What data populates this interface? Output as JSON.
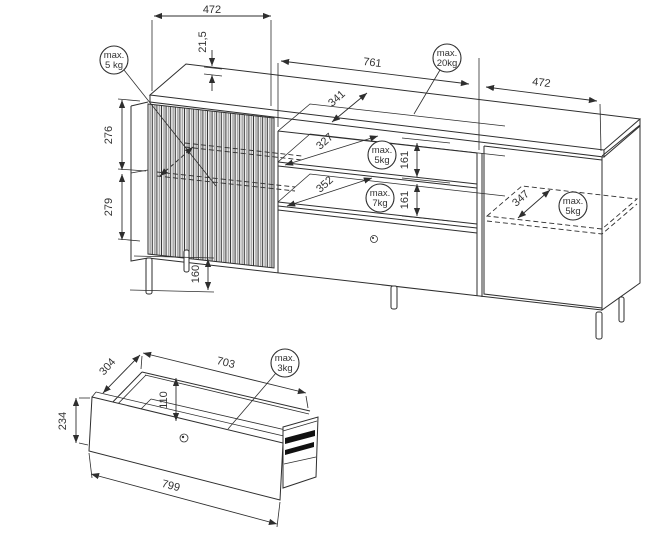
{
  "drawing_title": "furniture dimensional drawing",
  "colors": {
    "line": "#2e2e2e",
    "background": "#ffffff",
    "flute_shade": "#a8a8a8",
    "rail": "#111111"
  },
  "main_view": {
    "dims": {
      "left_section_width": "472",
      "top_panel_thickness": "21,5",
      "middle_section_width": "761",
      "right_section_width": "472",
      "left_upper_height": "276",
      "left_lower_height": "279",
      "leg_height": "160",
      "top_depth": "341",
      "shelf1_depth": "327",
      "shelf2_depth": "352",
      "shelf1_gap_height": "161",
      "shelf2_gap_height": "161",
      "right_shelf_depth": "347"
    },
    "load_labels": {
      "left_cabinet_shelf": {
        "line1": "max.",
        "line2": "5 kg"
      },
      "top_surface": {
        "line1": "max.",
        "line2": "20kg"
      },
      "middle_shelf_1": {
        "line1": "max.",
        "line2": "5kg"
      },
      "middle_shelf_2": {
        "line1": "max.",
        "line2": "7kg"
      },
      "right_cabinet_shelf": {
        "line1": "max.",
        "line2": "5kg"
      }
    }
  },
  "drawer_view": {
    "dims": {
      "inner_depth": "304",
      "inner_width": "703",
      "inner_height": "110",
      "front_height": "234",
      "front_width": "799"
    },
    "load_labels": {
      "drawer": {
        "line1": "max.",
        "line2": "3kg"
      }
    }
  }
}
